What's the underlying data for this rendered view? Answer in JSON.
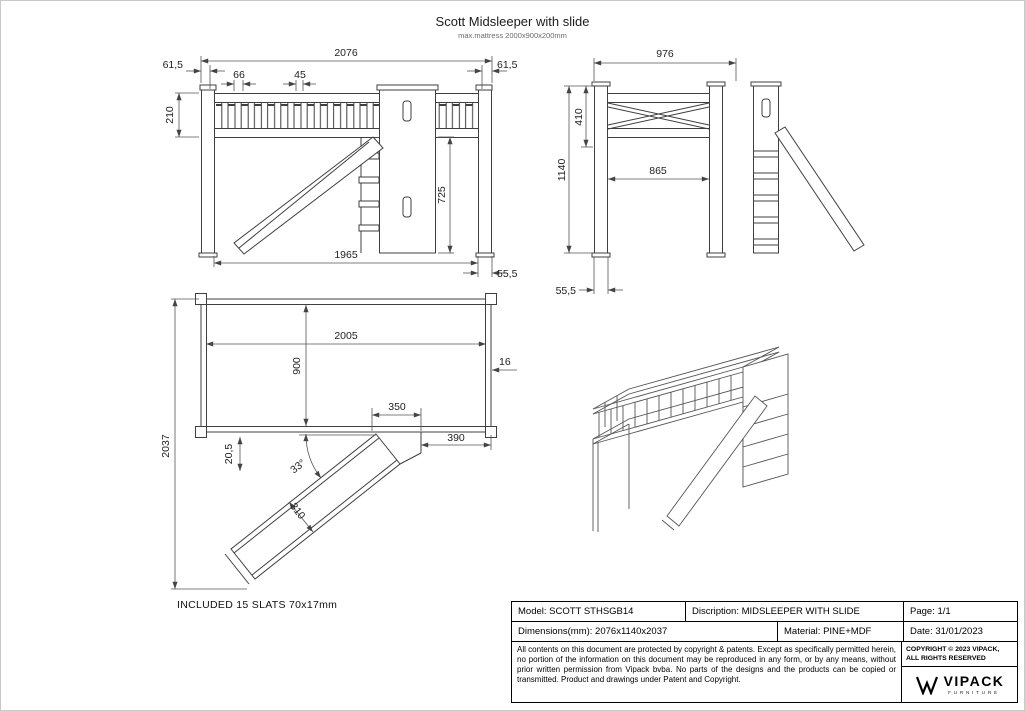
{
  "page": {
    "title": "Scott Midsleeper with slide",
    "subtitle": "max.mattress 2000x900x200mm",
    "note_slats": "INCLUDED 15 SLATS  70x17mm"
  },
  "front_view": {
    "total_width": "2076",
    "offset_left": "61,5",
    "gap_66": "66",
    "gap_45": "45",
    "offset_right": "61,5",
    "guard_height": "210",
    "clearance": "725",
    "inner_width": "1965",
    "post_width": "55,5"
  },
  "side_view": {
    "depth": "976",
    "upper_height": "410",
    "total_height": "1140",
    "inner_depth": "865",
    "post_width": "55,5"
  },
  "top_view": {
    "inner_length": "2005",
    "inner_depth": "900",
    "rail_thickness": "16",
    "total_depth": "2037",
    "slide_offset": "20,5",
    "exit_width": "350",
    "edge_offset": "390",
    "slide_angle": "33°",
    "slide_width": "310"
  },
  "title_block": {
    "model": "Model: SCOTT STHSGB14",
    "description": "Discription: MIDSLEEPER WITH SLIDE",
    "page": "Page: 1/1",
    "dimensions": "Dimensions(mm): 2076x1140x2037",
    "material": "Material: PINE+MDF",
    "date": "Date: 31/01/2023",
    "legal": "All contents on this document are protected by copyright & patents. Except as specifically permitted herein, no portion of the information on this document may be reproduced in any form, or by any means, without prior written permission from Vipack bvba. No parts of the designs and the products can be copied or transmitted. Product and drawings under Patent and Copyright.",
    "copyright": "COPYRIGHT © 2023 VIPACK, ALL RIGHTS RESERVED",
    "brand": "VIPACK",
    "brand_sub": "FURNITURE"
  }
}
